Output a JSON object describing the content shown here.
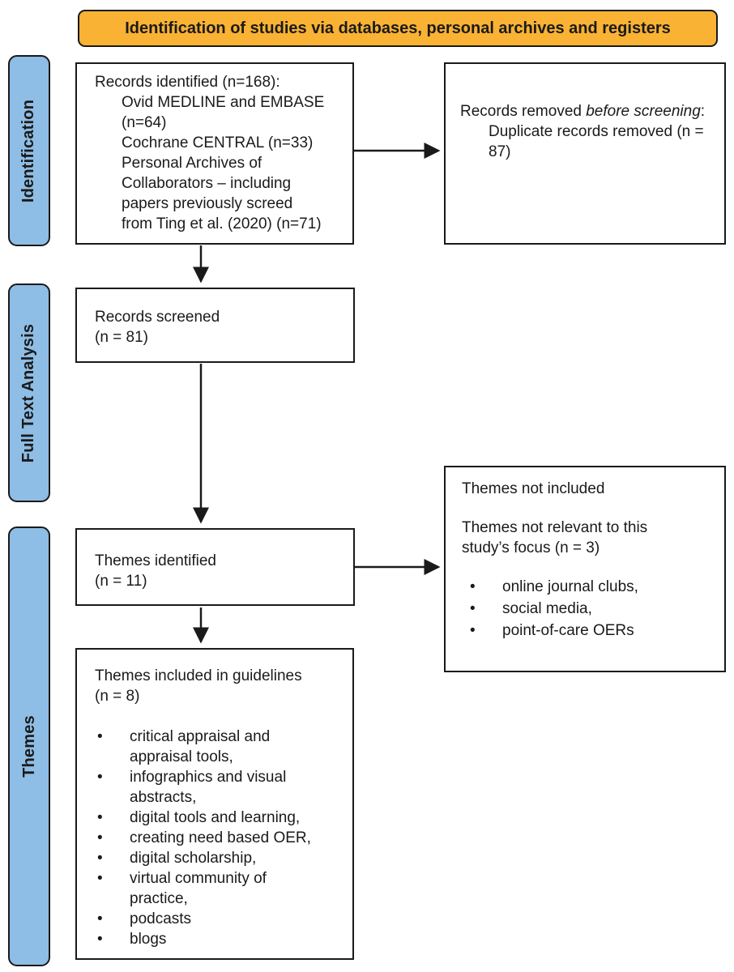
{
  "banner": {
    "title": "Identification of studies via databases, personal archives and registers"
  },
  "sidebar": {
    "stages": [
      {
        "label": "Identification"
      },
      {
        "label": "Full Text Analysis"
      },
      {
        "label": "Themes"
      }
    ]
  },
  "boxes": {
    "records_identified": {
      "title": "Records identified (n=168):",
      "items": [
        "Ovid MEDLINE and EMBASE (n=64)",
        "Cochrane CENTRAL (n=33)",
        "Personal Archives of Collaborators – including papers previously screed from Ting et al. (2020) (n=71)"
      ]
    },
    "records_removed": {
      "lead": "Records removed ",
      "emphasis": "before screening",
      "tail": ":",
      "item": "Duplicate records removed (n = 87)"
    },
    "records_screened": {
      "line1": "Records screened",
      "line2": "(n = 81)"
    },
    "themes_identified": {
      "line1": "Themes identified",
      "line2": "(n = 11)"
    },
    "themes_not_included": {
      "title": "Themes not included",
      "subtitle": "Themes not relevant to this study’s focus (n = 3)",
      "bullets": [
        "online journal clubs,",
        "social media,",
        "point-of-care OERs"
      ]
    },
    "themes_included": {
      "title": "Themes included in guidelines",
      "count": "(n = 8)",
      "bullets": [
        "critical appraisal and appraisal tools,",
        "infographics and visual abstracts,",
        "digital tools and learning,",
        "creating need based OER,",
        "digital scholarship,",
        "virtual community of practice,",
        "podcasts",
        "blogs"
      ]
    }
  },
  "colors": {
    "banner_bg": "#F9B233",
    "stage_bg": "#8EBDE5",
    "line": "#1A1A1A",
    "text": "#1A1A1A"
  }
}
